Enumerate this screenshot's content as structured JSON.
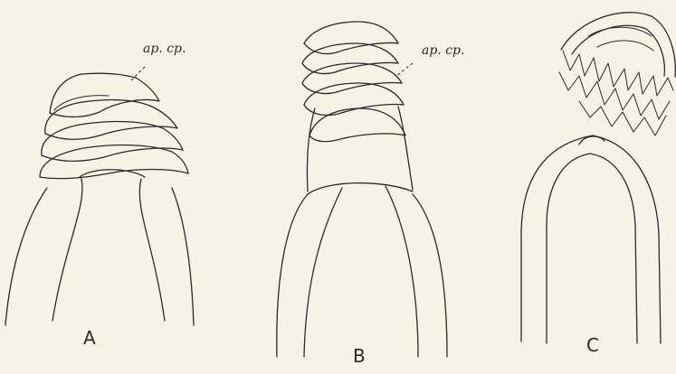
{
  "figures": [
    {
      "caption": "A",
      "annotation": "ap. cp."
    },
    {
      "caption": "B",
      "annotation": "ap. cp."
    },
    {
      "caption": "C"
    }
  ]
}
